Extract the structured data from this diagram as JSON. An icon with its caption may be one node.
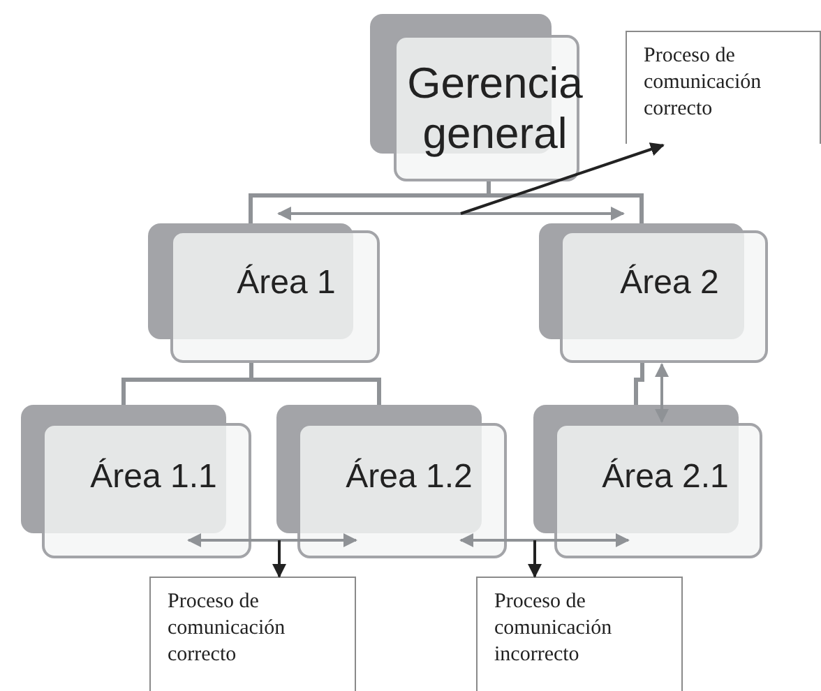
{
  "diagram": {
    "nodes": [
      {
        "text": [
          "Gerencia general"
        ]
      },
      {
        "text": [
          "Proceso de comunicación correcto"
        ]
      },
      {
        "text": [
          "Área 1"
        ]
      },
      {
        "text": [
          "Área 2"
        ]
      },
      {
        "text": [
          "Área 1.1"
        ]
      },
      {
        "text": [
          "Área 1.2"
        ]
      },
      {
        "text": [
          "Área 2.1"
        ]
      },
      {
        "text": [
          "Proceso de comunicación correcto"
        ]
      },
      {
        "text": [
          "Proceso de comunicación incorrecto"
        ]
      }
    ],
    "edges": [
      {
        "from": 0,
        "to": 2,
        "arrow": "none"
      },
      {
        "from": 0,
        "to": 3,
        "arrow": "none"
      },
      {
        "from": 2,
        "to": 4,
        "arrow": "none"
      },
      {
        "from": 2,
        "to": 5,
        "arrow": "none"
      },
      {
        "from": 3,
        "to": 6,
        "arrow": "none"
      },
      {
        "from": 2,
        "to": 3,
        "arrow": "both"
      },
      {
        "from": null,
        "to": 1,
        "arrow": "to",
        "color": "#222222"
      },
      {
        "from": 3,
        "to": 6,
        "arrow": "both"
      },
      {
        "from": 4,
        "to": 5,
        "arrow": "both"
      },
      {
        "from": 5,
        "to": 7,
        "arrow": "to",
        "color": "#222222"
      },
      {
        "from": 5,
        "to": 6,
        "arrow": "both"
      },
      {
        "from": 6,
        "to": 8,
        "arrow": "to",
        "color": "#222222"
      }
    ]
  }
}
